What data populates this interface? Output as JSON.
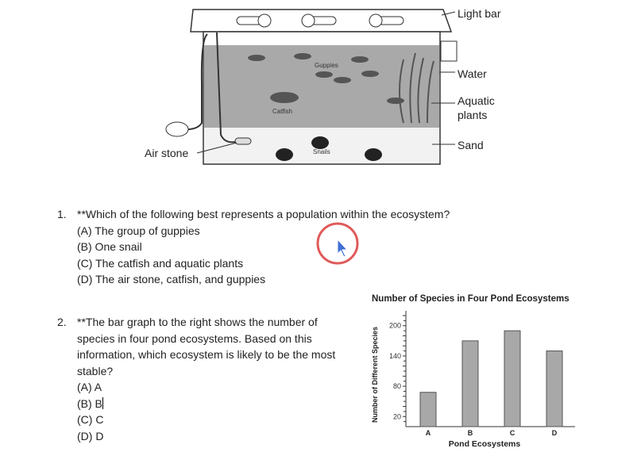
{
  "diagram": {
    "labels": {
      "light_bar": "Light bar",
      "water": "Water",
      "aquatic_plants_1": "Aquatic",
      "aquatic_plants_2": "plants",
      "sand": "Sand",
      "air_stone": "Air stone",
      "guppies": "Guppies",
      "catfish": "Catfish",
      "snails": "Snails"
    }
  },
  "questions": [
    {
      "number": "1.",
      "text": "**Which of the following best represents a population within the ecosystem?",
      "options": [
        "(A)  The group of guppies",
        "(B)  One snail",
        "(C)  The catfish and aquatic plants",
        "(D)  The air stone, catfish, and guppies"
      ]
    },
    {
      "number": "2.",
      "text": "**The bar graph to the right shows the number of species in four pond ecosystems. Based on this information, which ecosystem is likely to be the most stable?",
      "options": [
        "(A)  A",
        "(B)  B",
        "(C)  C",
        "(D)  D"
      ]
    }
  ],
  "chart_data": {
    "type": "bar",
    "title": "Number of Species in Four Pond Ecosystems",
    "xlabel": "Pond Ecosystems",
    "ylabel": "Number of Different Species",
    "categories": [
      "A",
      "B",
      "C",
      "D"
    ],
    "values": [
      68,
      170,
      190,
      150
    ],
    "ylim": [
      0,
      220
    ],
    "yticks": [
      20,
      80,
      140,
      200
    ],
    "grid": false
  }
}
